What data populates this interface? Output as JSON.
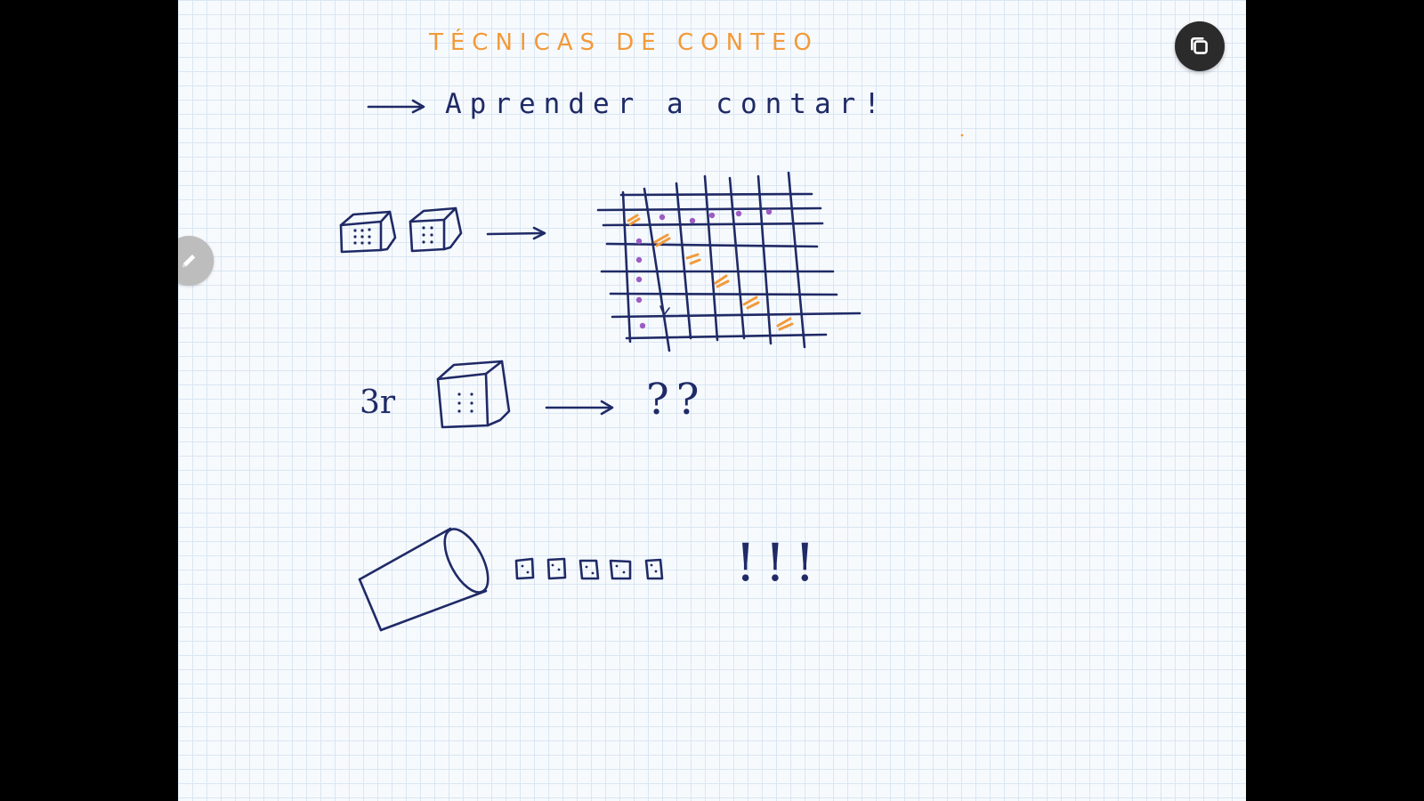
{
  "canvas": {
    "title": "TÉCNICAS DE CONTEO",
    "subtitle_line": "Aprender a contar!",
    "third_die_label": "3r",
    "question_marks": "??",
    "exclamation_marks": "!!!"
  },
  "colors": {
    "ink": "#1f2a66",
    "title_orange": "#f29a3a",
    "grid_dot_purple": "#9b5cc4",
    "paper": "#f7fafd",
    "paper_grid": "#d9e6f2",
    "frame": "#000000"
  },
  "controls": {
    "pen_button_icon": "pencil-icon",
    "fullscreen_button_icon": "exit-fullscreen-icon"
  }
}
